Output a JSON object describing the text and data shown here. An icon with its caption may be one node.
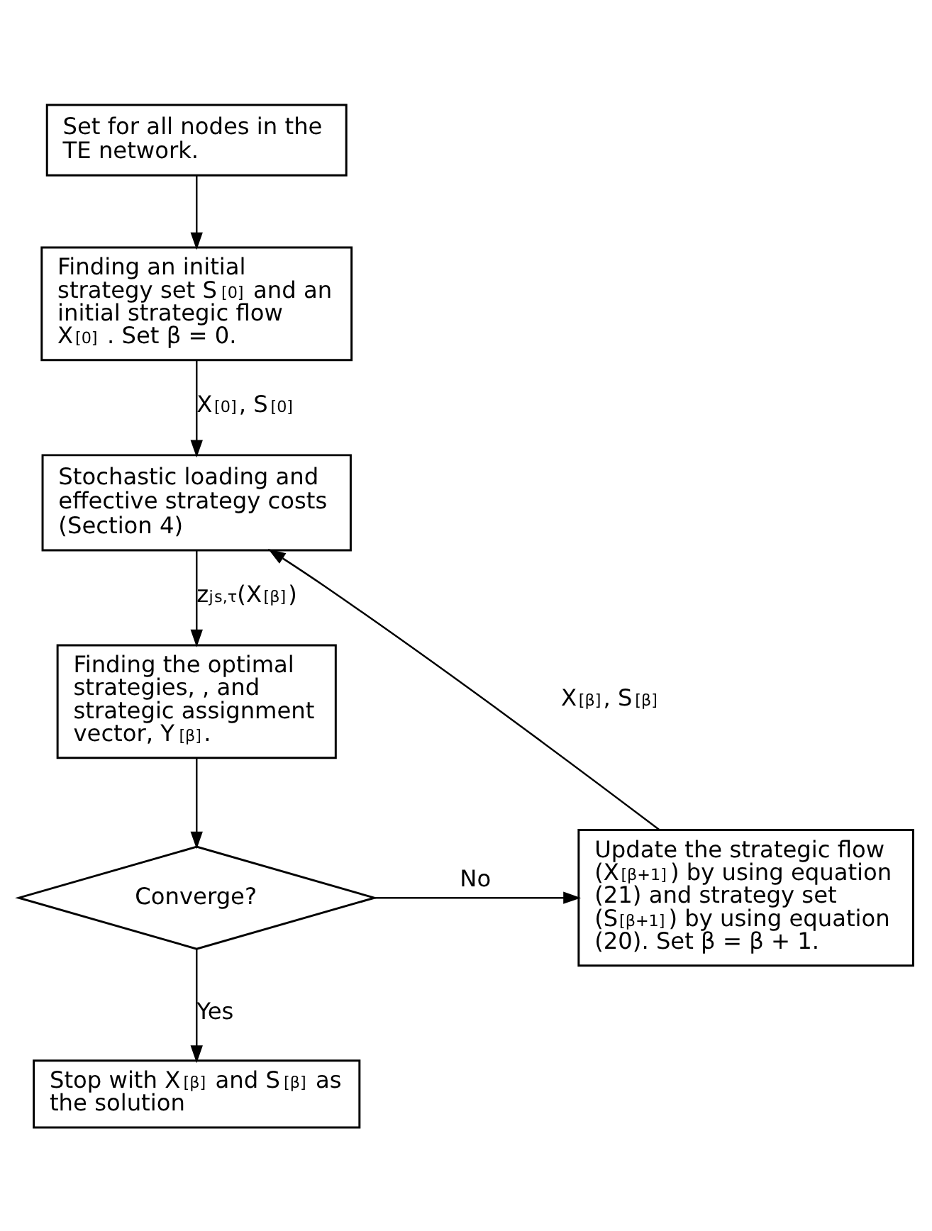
{
  "diagram": {
    "nodes": [
      {
        "text": [
          "Set for all nodes in the TE network."
        ]
      },
      {
        "text": [
          "Finding an initial strategy set S$^{[0]}$ and an initial strategic flow X$^{[0]}$ . Set β = 0."
        ]
      },
      {
        "text": [
          "Stochastic loading and effective strategy costs (Section 4)"
        ]
      },
      {
        "text": [
          "Finding the optimal strategies, , and strategic assignment vector, Y$^{[β]}$."
        ]
      },
      {
        "text": [
          "Converge?"
        ]
      },
      {
        "text": [
          "Update the strategic flow (X$^{[β+1]}$) by using equation (21) and strategy set (S$^{[β+1]}$) by using equation (20). Set β = β + 1."
        ]
      },
      {
        "text": [
          "Stop with X$^{[β]}$ and S$^{[β]}$ as the solution"
        ]
      }
    ],
    "edges": [
      {
        "from": 0,
        "to": 1,
        "arrow": "to"
      },
      {
        "from": 1,
        "to": 2,
        "arrow": "to",
        "label": "X$^{[0]}$, S$^{[0]}$"
      },
      {
        "from": 2,
        "to": 3,
        "arrow": "to",
        "label": "z$_{j}$$^{s,τ}$(X$^{[β]}$)"
      },
      {
        "from": 3,
        "to": 4,
        "arrow": "to"
      },
      {
        "from": 4,
        "to": 5,
        "arrow": "to",
        "label": "No"
      },
      {
        "from": 4,
        "to": 6,
        "arrow": "to",
        "label": "Yes"
      },
      {
        "from": 5,
        "to": 2,
        "arrow": "to",
        "label": "X$^{[β]}$, S$^{[β]}$"
      }
    ]
  }
}
